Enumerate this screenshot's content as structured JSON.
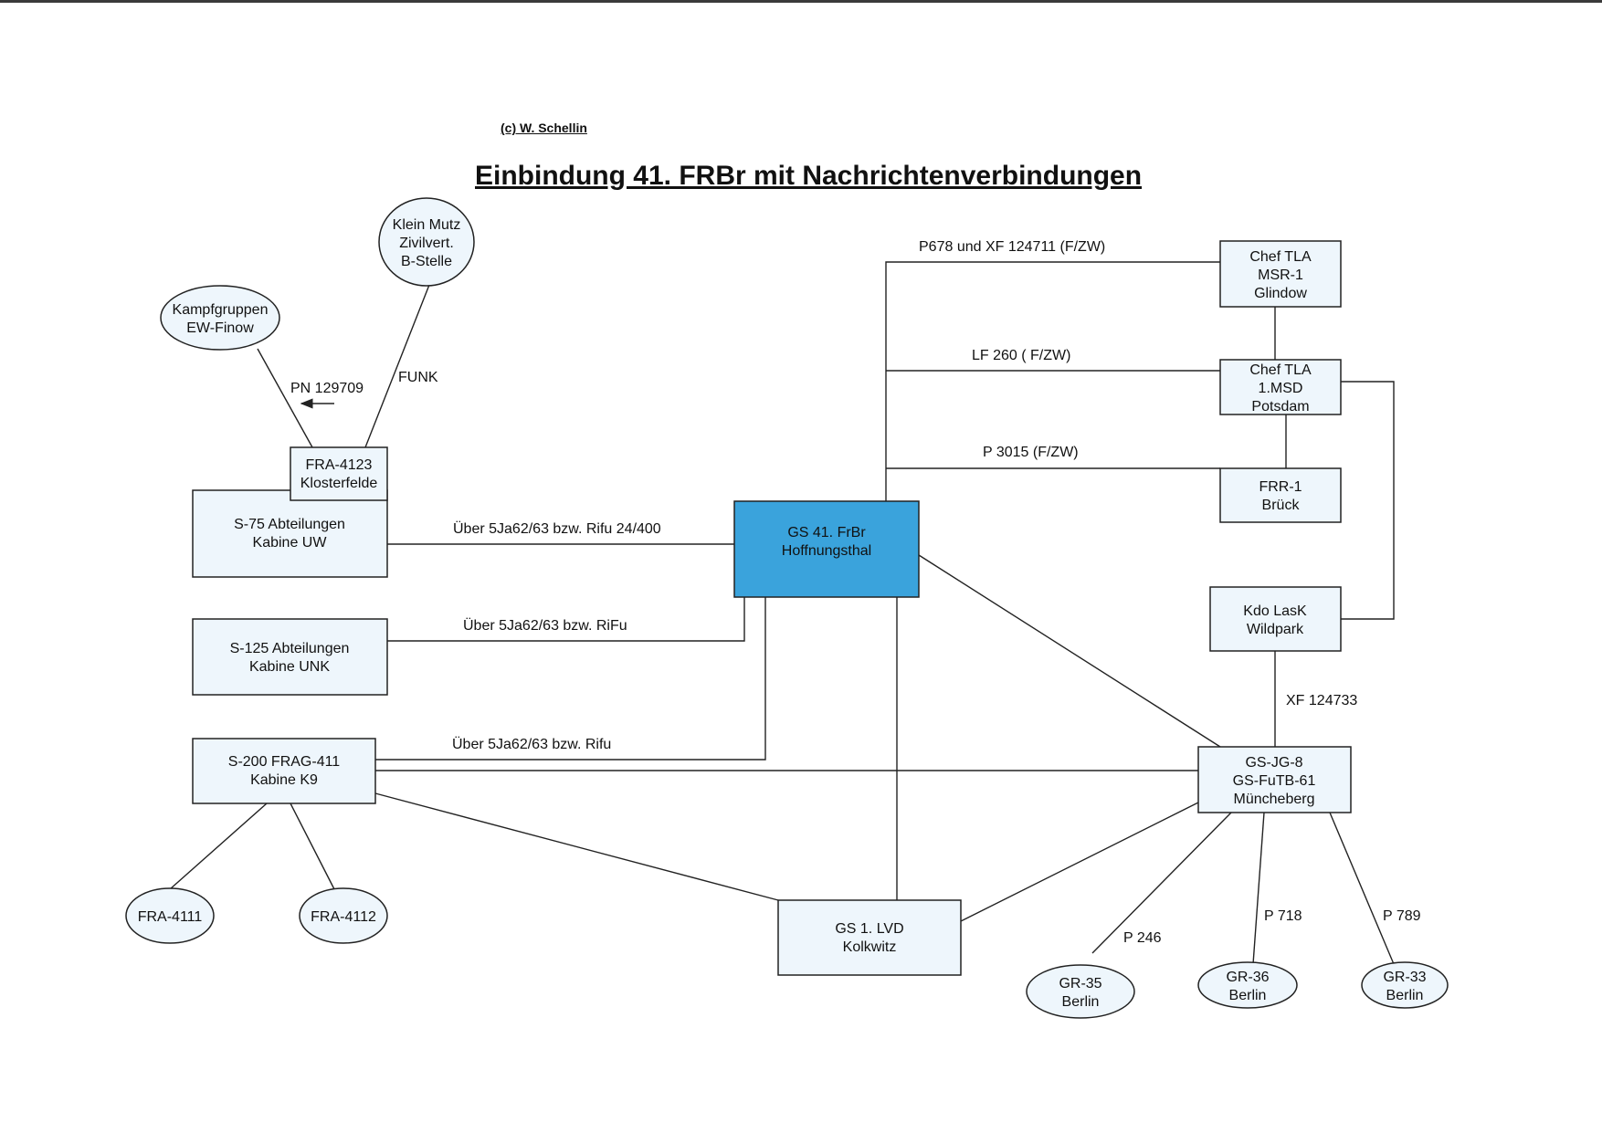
{
  "header": {
    "copyright": "(c) W. Schellin",
    "title": "Einbindung 41. FRBr mit Nachrichtenverbindungen"
  },
  "nodes": {
    "gs41": {
      "line1": "GS 41. FrBr",
      "line2": "Hoffnungsthal"
    },
    "s75": {
      "line1": "S-75 Abteilungen",
      "line2": "Kabine UW"
    },
    "fra4123": {
      "line1": "FRA-4123",
      "line2": "Klosterfelde"
    },
    "s125": {
      "line1": "S-125 Abteilungen",
      "line2": "Kabine UNK"
    },
    "s200": {
      "line1": "S-200 FRAG-411",
      "line2": "Kabine K9"
    },
    "kampfgruppen": {
      "line1": "Kampfgruppen",
      "line2": "EW-Finow"
    },
    "kleinmutz": {
      "line1": "Klein Mutz",
      "line2": "Zivilvert.",
      "line3": "B-Stelle"
    },
    "fra4111": {
      "line1": "FRA-4111"
    },
    "fra4112": {
      "line1": "FRA-4112"
    },
    "gs1lvd": {
      "line1": "GS 1. LVD",
      "line2": "Kolkwitz"
    },
    "cheftla_msr": {
      "line1": "Chef TLA",
      "line2": "MSR-1",
      "line3": "Glindow"
    },
    "cheftla_msd": {
      "line1": "Chef TLA",
      "line2": "1.MSD",
      "line3": "Potsdam"
    },
    "frr1": {
      "line1": "FRR-1",
      "line2": "Brück"
    },
    "kdolask": {
      "line1": "Kdo LasK",
      "line2": "Wildpark"
    },
    "gsjg8": {
      "line1": "GS-JG-8",
      "line2": "GS-FuTB-61",
      "line3": "Müncheberg"
    },
    "gr35": {
      "line1": "GR-35",
      "line2": "Berlin"
    },
    "gr36": {
      "line1": "GR-36",
      "line2": "Berlin"
    },
    "gr33": {
      "line1": "GR-33",
      "line2": "Berlin"
    }
  },
  "labels": {
    "pn": "PN 129709",
    "funk": "FUNK",
    "s75_link": "Über 5Ja62/63 bzw. Rifu 24/400",
    "s125_link": "Über 5Ja62/63 bzw. RiFu",
    "s200_link": "Über 5Ja62/63 bzw. Rifu",
    "p678": "P678 und XF 124711  (F/ZW)",
    "lf260": "LF 260  ( F/ZW)",
    "p3015": "P 3015 (F/ZW)",
    "xf124733": "XF 124733",
    "p246": "P 246",
    "p718": "P 718",
    "p789": "P 789"
  },
  "colors": {
    "main_box": "#3aa3dc",
    "box_fill": "#eef6fc",
    "line": "#222222"
  }
}
